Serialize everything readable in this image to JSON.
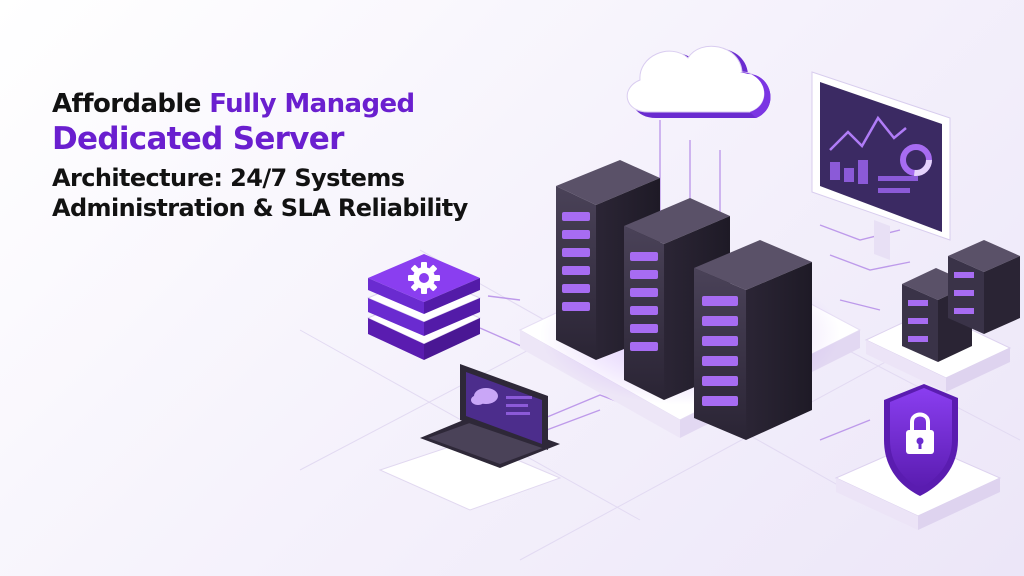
{
  "headline": {
    "line1_dark": "Affordable",
    "line1_accent": "Fully Managed",
    "line2_accent": "Dedicated Server",
    "line3": "Architecture: 24/7 Systems",
    "line4": "Administration & SLA Reliability"
  },
  "colors": {
    "accent": "#6a1fcf",
    "text_dark": "#121212",
    "server_body": "#3a3348",
    "server_light": "#a76cf2",
    "platform": "#ffffff",
    "background": "#f3effa"
  },
  "icons": [
    "cloud-icon",
    "monitor-dashboard-icon",
    "server-rack-icon",
    "gear-icon",
    "laptop-icon",
    "cloud-upload-icon",
    "server-stack-icon",
    "shield-lock-icon"
  ]
}
